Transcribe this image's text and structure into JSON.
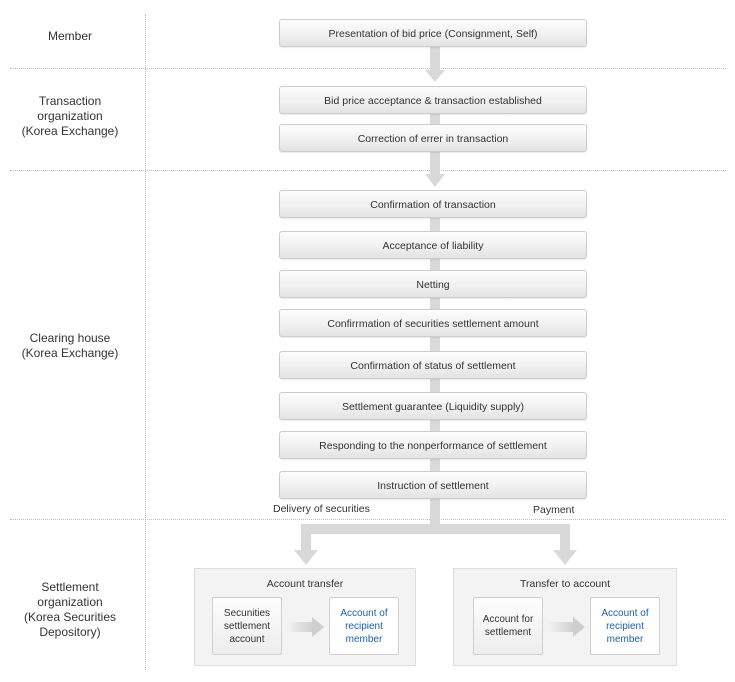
{
  "rows": {
    "member": "Member",
    "transaction_org": [
      "Transaction",
      "organization",
      "(Korea Exchange)"
    ],
    "clearing_house": [
      "Clearing house",
      "(Korea Exchange)"
    ],
    "settlement_org": [
      "Settlement",
      "organization",
      "(Korea Securities",
      "Depository)"
    ]
  },
  "steps": {
    "bid": "Presentation of bid price (Consignment, Self)",
    "acceptance": "Bid price acceptance & transaction established",
    "correction": "Correction of errer in transaction",
    "confirm_tx": "Confirmation of transaction",
    "liability": "Acceptance of liability",
    "netting": "Netting",
    "sec_amount": "Confirrmation of securities settlement amount",
    "status": "Confirmation of status of settlement",
    "guarantee": "Settlement guarantee (Liquidity supply)",
    "nonperf": "Responding to the nonperformance of settlement",
    "instruction": "Instruction of settlement"
  },
  "branches": {
    "left_label": "Delivery of securities",
    "right_label": "Payment"
  },
  "panels": {
    "left": {
      "title": "Account transfer",
      "from": [
        "Secunities",
        "settlement",
        "account"
      ],
      "to": [
        "Account of",
        "recipient",
        "member"
      ]
    },
    "right": {
      "title": "Transfer to account",
      "from": [
        "Account for",
        "settlement"
      ],
      "to": [
        "Account of",
        "recipient",
        "member"
      ]
    }
  },
  "colors": {
    "connector": "#d9d9d9",
    "recipient_text": "#1d5fa8"
  }
}
